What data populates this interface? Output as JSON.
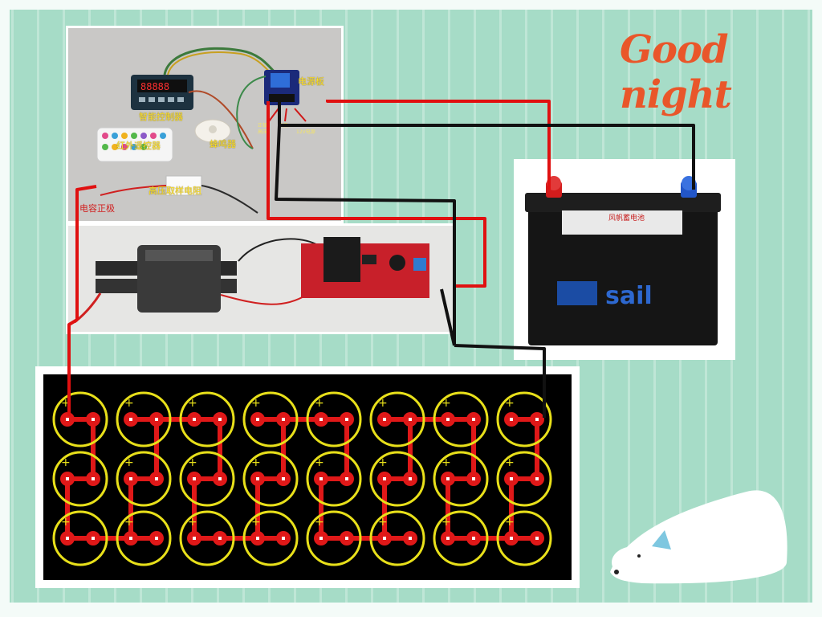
{
  "decoration": {
    "greeting_text": "Good night",
    "background_color": "#a6dcc7",
    "greeting_color": "#e9562a"
  },
  "top_panel": {
    "smart_controller_label": "智能控制器",
    "ir_remote_label": "红外遥控器",
    "buzzer_label": "蜂鸣器",
    "relay_board_label": "电源板",
    "hv_sampling_resistor_label": "高压取样电阻",
    "capacitor_positive_label": "电容正极",
    "terminal_label_left": "正极",
    "terminal_label_left_2": "高压",
    "terminal_label_right": "12V电源",
    "terminal_label_mid": "负极"
  },
  "battery": {
    "brand": "sail",
    "top_label": "风帆蓄电池",
    "positive_color": "#d31c1c",
    "negative_color": "#2256c8"
  },
  "pcb": {
    "rows": 3,
    "columns": 8,
    "plus_symbol": "+",
    "ring_color": "#e8e01a",
    "pad_color": "#e01818",
    "trace_color": "#e01818"
  },
  "wires": {
    "positive_color": "#e01010",
    "negative_color": "#111111"
  }
}
